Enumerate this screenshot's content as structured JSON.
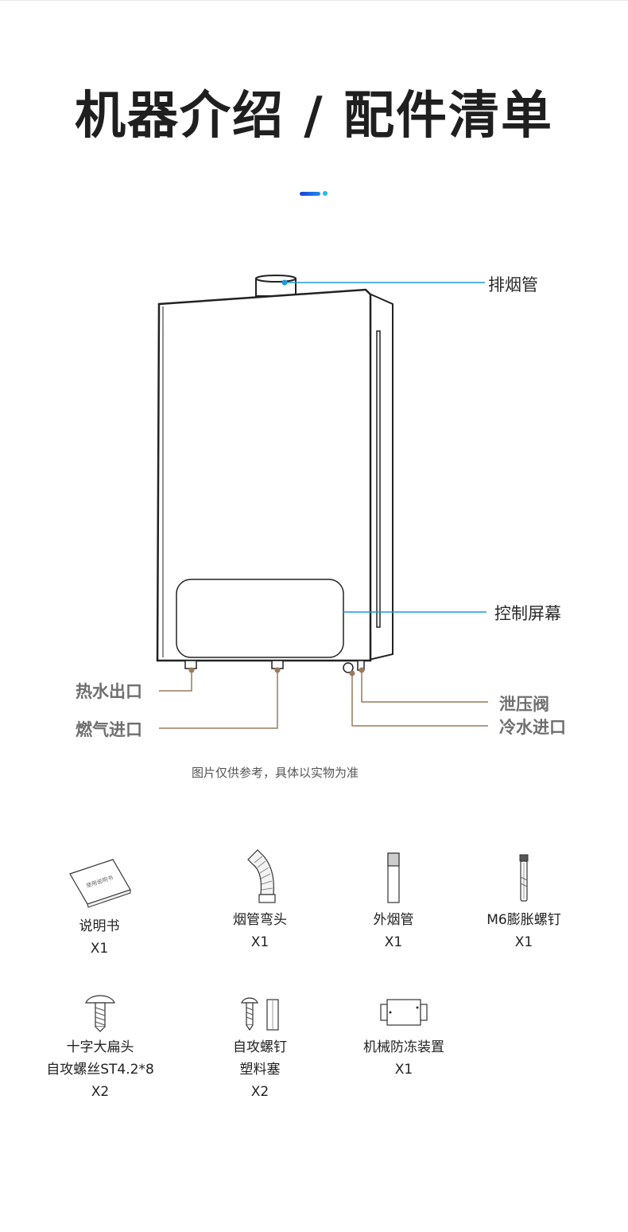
{
  "header": {
    "title": "机器介绍 / 配件清单",
    "accent_colors": [
      "#1b3fd6",
      "#22b8f5"
    ]
  },
  "diagram": {
    "labels": {
      "flue_pipe": "排烟管",
      "control_screen": "控制屏幕",
      "hot_water_outlet": "热水出口",
      "gas_inlet": "燃气进口",
      "relief_valve": "泄压阀",
      "cold_water_inlet": "冷水进口"
    },
    "colors": {
      "blue_leader": "#1a9be0",
      "brown_leader": "#9b7a5a"
    },
    "caption": "图片仅供参考，具体以实物为准"
  },
  "accessories": {
    "items": [
      {
        "name": "说明书",
        "qty": "X1",
        "icon": "manual-icon",
        "icon_text": "使用说明书"
      },
      {
        "name": "烟管弯头",
        "qty": "X1",
        "icon": "flue-elbow-icon"
      },
      {
        "name": "外烟管",
        "qty": "X1",
        "icon": "outer-flue-pipe-icon"
      },
      {
        "name": "M6膨胀螺钉",
        "qty": "X1",
        "icon": "expansion-screw-icon"
      },
      {
        "name": "十字大扁头",
        "name2": "自攻螺丝ST4.2*8",
        "qty": "X2",
        "icon": "flat-head-screw-icon"
      },
      {
        "name": "自攻螺钉",
        "name2": "塑料塞",
        "qty": "X2",
        "icon": "tapping-screw-plug-icon"
      },
      {
        "name": "机械防冻装置",
        "qty": "X1",
        "icon": "antifreeze-device-icon"
      }
    ]
  }
}
